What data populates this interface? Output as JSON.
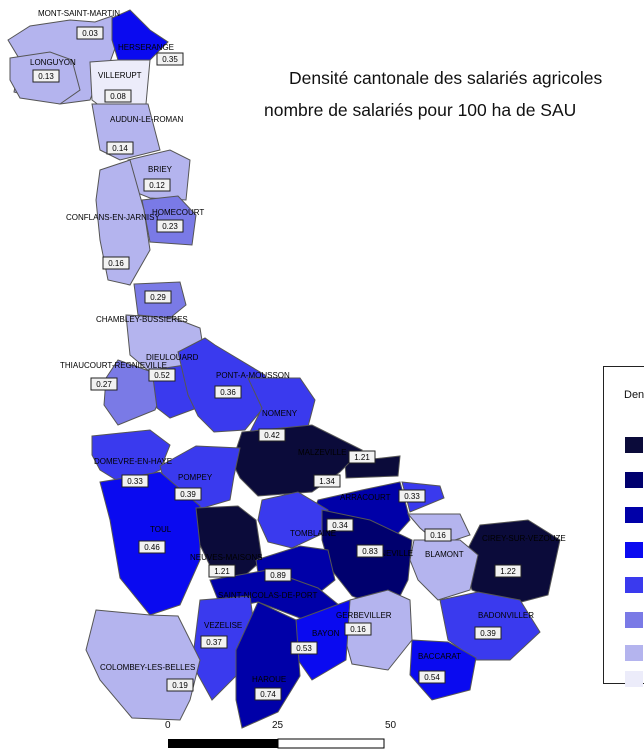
{
  "title_line1": "Densité cantonale des salariés agricoles",
  "title_line2": "nombre de salariés pour 100 ha de SAU",
  "legend": {
    "title": "Dens",
    "swatches": [
      "#0b0b3a",
      "#00006e",
      "#0000a8",
      "#0a0af0",
      "#3a3aee",
      "#7a7ae6",
      "#b4b4ee",
      "#ececfa"
    ]
  },
  "scale": {
    "labels": [
      "0",
      "25",
      "50"
    ]
  },
  "colors": {
    "border": "#555555",
    "label_box": "#f2f2f2"
  },
  "cantons": [
    {
      "name": "MONT-SAINT-MARTIN",
      "value": "0.03",
      "color": "#b4b4ee"
    },
    {
      "name": "HERSERANGE",
      "value": "0.35",
      "color": "#0a0af0"
    },
    {
      "name": "LONGUYON",
      "value": "0.13",
      "color": "#b4b4ee"
    },
    {
      "name": "VILLERUPT",
      "value": "0.08",
      "color": "#ececfa"
    },
    {
      "name": "AUDUN-LE-ROMAN",
      "value": "0.14",
      "color": "#b4b4ee"
    },
    {
      "name": "BRIEY",
      "value": "0.12",
      "color": "#b4b4ee"
    },
    {
      "name": "HOMECOURT",
      "value": "0.23",
      "color": "#7a7ae6"
    },
    {
      "name": "CONFLANS-EN-JARNISY",
      "value": "0.16",
      "color": "#b4b4ee"
    },
    {
      "name": "",
      "value": "0.29",
      "color": "#7a7ae6"
    },
    {
      "name": "CHAMBLEY-BUSSIERES",
      "value": "",
      "color": "#b4b4ee"
    },
    {
      "name": "THIAUCOURT-REGNIEVILLE",
      "value": "0.27",
      "color": "#7a7ae6"
    },
    {
      "name": "DIEULOUARD",
      "value": "0.52",
      "color": "#3a3aee"
    },
    {
      "name": "PONT-A-MOUSSON",
      "value": "0.36",
      "color": "#3a3aee"
    },
    {
      "name": "NOMENY",
      "value": "0.42",
      "color": "#3a3aee"
    },
    {
      "name": "",
      "value": "1.21",
      "color": "#0b0b3a"
    },
    {
      "name": "MALZEVILLE",
      "value": "1.34",
      "color": "#0b0b3a"
    },
    {
      "name": "DOMEVRE-EN-HAYE",
      "value": "0.33",
      "color": "#3a3aee"
    },
    {
      "name": "POMPEY",
      "value": "0.39",
      "color": "#3a3aee"
    },
    {
      "name": "ARRACOURT",
      "value": "0.34",
      "color": "#0000a8"
    },
    {
      "name": "",
      "value": "0.33",
      "color": "#3a3aee"
    },
    {
      "name": "",
      "value": "0.16",
      "color": "#b4b4ee"
    },
    {
      "name": "CIREY-SUR-VEZOUZE",
      "value": "1.22",
      "color": "#0b0b3a"
    },
    {
      "name": "TOUL",
      "value": "0.46",
      "color": "#0a0af0"
    },
    {
      "name": "TOMBLAINE",
      "value": "",
      "color": "#3a3aee"
    },
    {
      "name": "LUNEVILLE",
      "value": "0.83",
      "color": "#00006e"
    },
    {
      "name": "BLAMONT",
      "value": "",
      "color": "#b4b4ee"
    },
    {
      "name": "NEUVES-MAISONS",
      "value": "1.21",
      "color": "#0b0b3a"
    },
    {
      "name": "",
      "value": "0.89",
      "color": "#0000a8"
    },
    {
      "name": "SAINT-NICOLAS-DE-PORT",
      "value": "",
      "color": "#0000a8"
    },
    {
      "name": "GERBEVILLER",
      "value": "0.16",
      "color": "#b4b4ee"
    },
    {
      "name": "BADONVILLER",
      "value": "0.39",
      "color": "#3a3aee"
    },
    {
      "name": "VEZELISE",
      "value": "0.37",
      "color": "#3a3aee"
    },
    {
      "name": "BAYON",
      "value": "0.53",
      "color": "#0a0af0"
    },
    {
      "name": "BACCARAT",
      "value": "0.54",
      "color": "#0a0af0"
    },
    {
      "name": "HAROUE",
      "value": "0.74",
      "color": "#0000a8"
    },
    {
      "name": "COLOMBEY-LES-BELLES",
      "value": "0.19",
      "color": "#b4b4ee"
    }
  ]
}
